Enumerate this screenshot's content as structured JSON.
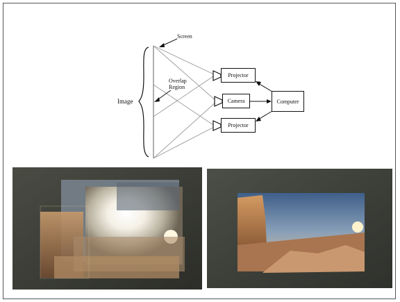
{
  "diagram": {
    "screen_label": "Screen",
    "overlap_label_line1": "Overlap",
    "overlap_label_line2": "Region",
    "image_label": "Image",
    "projector_top_label": "Projector",
    "camera_label": "Camera",
    "projector_bottom_label": "Projector",
    "computer_label": "Computer",
    "line_color": "#9a9a9a",
    "arrow_color": "#111111"
  },
  "photos": {
    "left": {
      "description_icon": "unaligned-projection-photo"
    },
    "right": {
      "description_icon": "aligned-projection-photo"
    }
  }
}
